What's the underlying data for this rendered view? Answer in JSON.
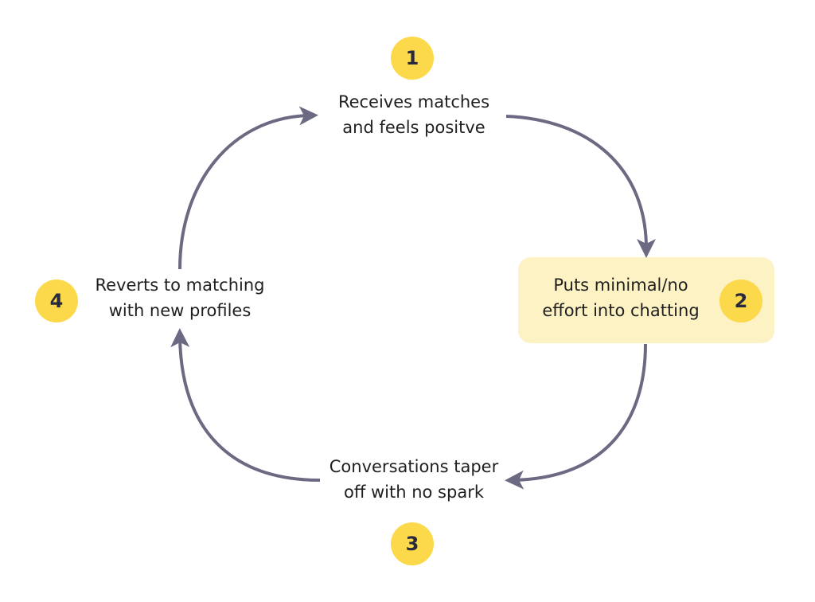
{
  "colors": {
    "badge": "#fcd94a",
    "highlight": "#fdf2c4",
    "arrow": "#6b6a82",
    "text": "#1f1f1f"
  },
  "steps": [
    {
      "number": "1",
      "lines": [
        "Receives matches",
        "and feels positve"
      ],
      "highlighted": false
    },
    {
      "number": "2",
      "lines": [
        "Puts minimal/no",
        "effort into chatting"
      ],
      "highlighted": true
    },
    {
      "number": "3",
      "lines": [
        "Conversations taper",
        "off with no spark"
      ],
      "highlighted": false
    },
    {
      "number": "4",
      "lines": [
        "Reverts to matching",
        "with new profiles"
      ],
      "highlighted": false
    }
  ]
}
